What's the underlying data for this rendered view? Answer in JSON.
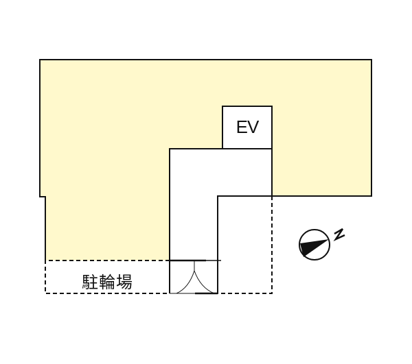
{
  "diagram": {
    "type": "floor-plan",
    "colors": {
      "building_fill": "#FFF9CC",
      "wall": "#111111",
      "background": "#FFFFFF"
    },
    "rooms": [
      {
        "id": "ev",
        "label": "EV"
      },
      {
        "id": "bicycle-parking",
        "label": "駐輪場"
      }
    ],
    "compass": {
      "label": "N",
      "icon": "north-arrow-icon"
    },
    "entrance": {
      "icon": "double-door-icon"
    }
  }
}
